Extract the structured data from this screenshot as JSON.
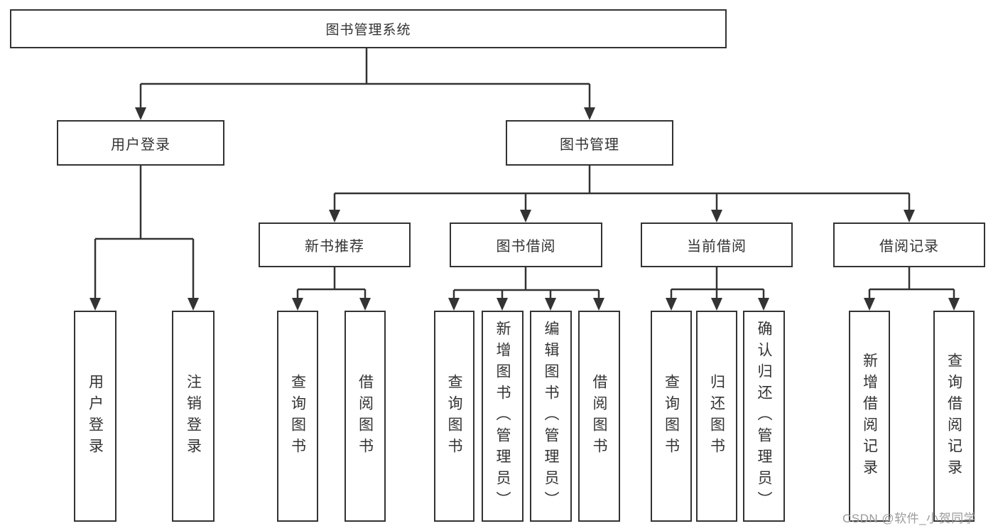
{
  "colors": {
    "line": "#333333",
    "box_border": "#333333",
    "text": "#333333",
    "watermark": "#9b9b9b",
    "background": "#ffffff"
  },
  "watermark": {
    "text": "CSDN @软件_小贺同学"
  },
  "tree": {
    "label": "图书管理系统",
    "children": [
      {
        "label": "用户登录",
        "children": [
          {
            "label": "用户登录"
          },
          {
            "label": "注销登录"
          }
        ]
      },
      {
        "label": "图书管理",
        "children": [
          {
            "label": "新书推荐",
            "children": [
              {
                "label": "查询图书"
              },
              {
                "label": "借阅图书"
              }
            ]
          },
          {
            "label": "图书借阅",
            "children": [
              {
                "label": "查询图书"
              },
              {
                "label": "新增图书（管理员）"
              },
              {
                "label": "编辑图书（管理员）"
              },
              {
                "label": "借阅图书"
              }
            ]
          },
          {
            "label": "当前借阅",
            "children": [
              {
                "label": "查询图书"
              },
              {
                "label": "归还图书"
              },
              {
                "label": "确认归还（管理员）"
              }
            ]
          },
          {
            "label": "借阅记录",
            "children": [
              {
                "label": "新增借阅记录"
              },
              {
                "label": "查询借阅记录"
              }
            ]
          }
        ]
      }
    ]
  }
}
